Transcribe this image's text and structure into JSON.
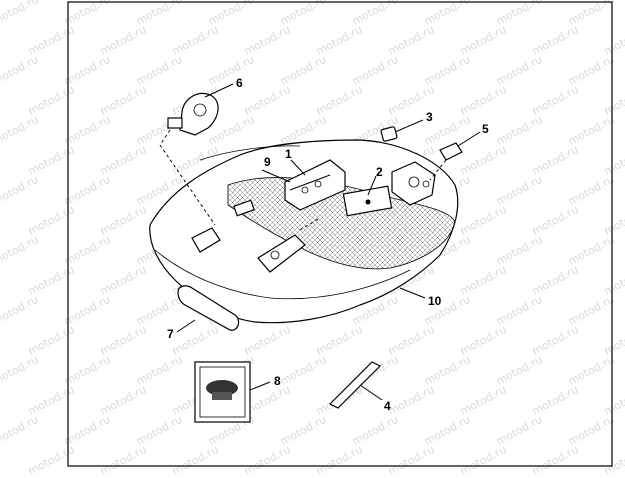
{
  "watermark": "motod.ru",
  "callouts": [
    {
      "id": "c1",
      "label": "1"
    },
    {
      "id": "c2",
      "label": "2"
    },
    {
      "id": "c3",
      "label": "3"
    },
    {
      "id": "c4",
      "label": "4"
    },
    {
      "id": "c5",
      "label": "5"
    },
    {
      "id": "c6",
      "label": "6"
    },
    {
      "id": "c7",
      "label": "7"
    },
    {
      "id": "c8",
      "label": "8"
    },
    {
      "id": "c9",
      "label": "9"
    },
    {
      "id": "c10",
      "label": "10"
    }
  ]
}
